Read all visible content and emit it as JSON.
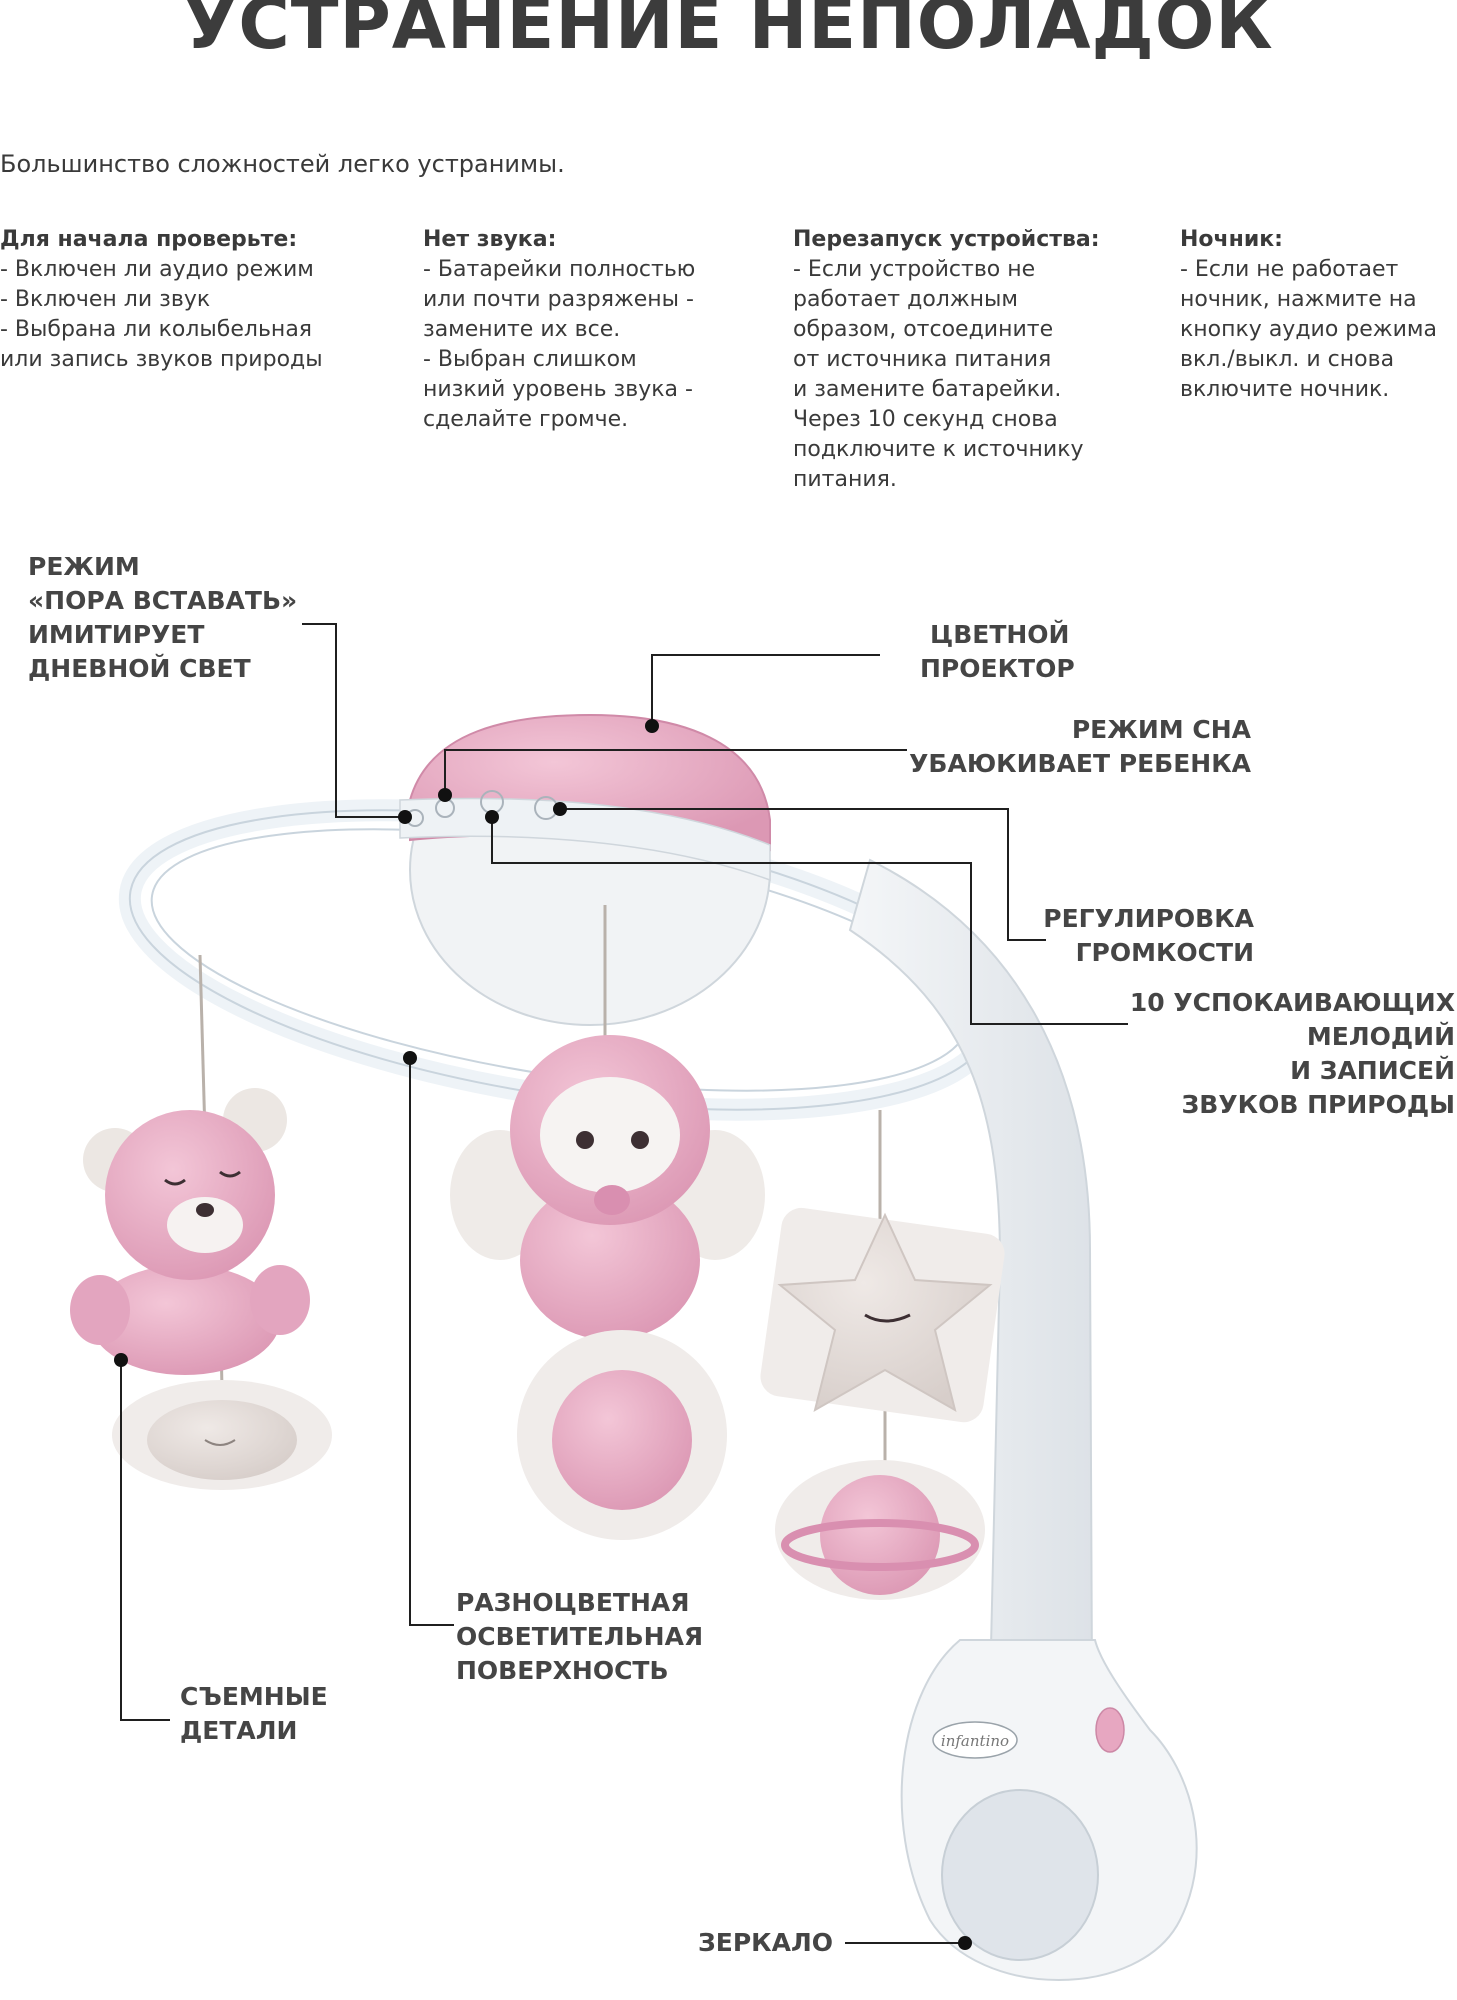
{
  "title": "УСТРАНЕНИЕ НЕПОЛАДОК",
  "intro": "Большинство сложностей легко устранимы.",
  "columns": [
    {
      "heading": "Для начала проверьте:",
      "lines": [
        "- Включен ли аудио режим",
        "- Включен ли звук",
        "- Выбрана ли колыбельная",
        "или запись звуков природы"
      ]
    },
    {
      "heading": "Нет звука:",
      "lines": [
        "- Батарейки полностью",
        "или почти разряжены -",
        "замените их все.",
        "- Выбран слишком",
        "низкий уровень звука -",
        "сделайте громче."
      ]
    },
    {
      "heading": "Перезапуск устройства:",
      "lines": [
        "- Если устройство не",
        "работает должным",
        "образом, отсоедините",
        "от источника питания",
        "и замените батарейки.",
        "Через 10 секунд снова",
        "подключите к источнику",
        "питания."
      ]
    },
    {
      "heading": "Ночник:",
      "lines": [
        "- Если не работает",
        "ночник, нажмите на",
        "кнопку аудио режима",
        "вкл./выкл. и снова",
        "включите ночник."
      ]
    }
  ],
  "labels": {
    "wakeup": [
      "РЕЖИМ",
      "«ПОРА ВСТАВАТЬ»",
      "ИМИТИРУЕТ",
      "ДНЕВНОЙ СВЕТ"
    ],
    "projector": [
      "ЦВЕТНОЙ",
      "ПРОЕКТОР"
    ],
    "sleep": [
      "РЕЖИМ СНА",
      "УБАЮКИВАЕТ РЕБЕНКА"
    ],
    "volume": [
      "РЕГУЛИРОВКА",
      "ГРОМКОСТИ"
    ],
    "melodies": [
      "10 УСПОКАИВАЮЩИХ",
      "МЕЛОДИЙ",
      "И ЗАПИСЕЙ",
      "ЗВУКОВ ПРИРОДЫ"
    ],
    "surface": [
      "РАЗНОЦВЕТНАЯ",
      "ОСВЕТИТЕЛЬНАЯ",
      "ПОВЕРХНОСТЬ"
    ],
    "removable": [
      "СЪЕМНЫЕ",
      "ДЕТАЛИ"
    ],
    "mirror": "ЗЕРКАЛО"
  },
  "brand": "infantino",
  "colors": {
    "pink": "#e8aac3",
    "pink_dark": "#d98fb0",
    "beige": "#e6dfdc",
    "line": "#222222",
    "text": "#3a3a3a"
  }
}
